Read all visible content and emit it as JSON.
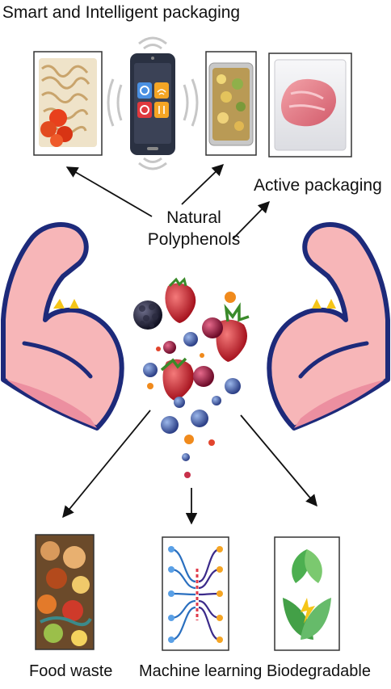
{
  "labels": {
    "title": "Smart and Intelligent packaging",
    "active": "Active packaging",
    "natural_line1": "Natural",
    "natural_line2": "Polyphenols",
    "food_waste": "Food waste",
    "machine_learning": "Machine learning",
    "biodegradable": "Biodegradable"
  },
  "icons": {
    "noodle_tray": "noodle-tray-icon",
    "smartphone": "smartphone-icon",
    "food_tray": "food-tray-icon",
    "meat_pack": "vacuum-meat-icon",
    "muscle_left": "flexed-arm-icon",
    "muscle_right": "flexed-arm-icon",
    "berries": "berries-icon",
    "food_waste": "food-waste-icon",
    "network": "neural-network-icon",
    "recycle": "leaf-recycle-icon"
  },
  "colors": {
    "arm_fill": "#f7b6b8",
    "arm_shade": "#ec8fa0",
    "arm_outline": "#1d2a7a",
    "spark": "#f5c518",
    "arrow": "#111111"
  }
}
